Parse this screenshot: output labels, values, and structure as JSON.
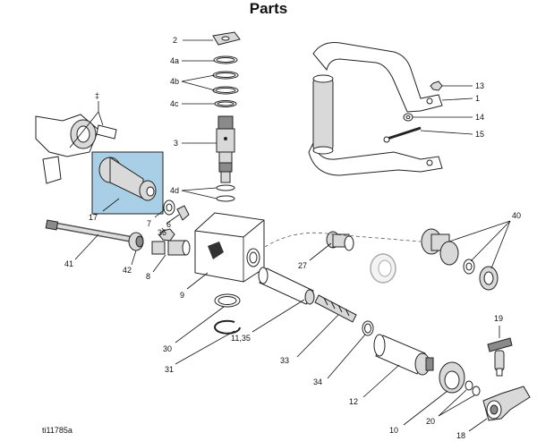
{
  "page": {
    "title": "Parts",
    "figure_id": "ti11785a"
  },
  "highlight_color": "#a9cfe6",
  "callouts": {
    "c2": "2",
    "c4a": "4a",
    "c4b": "4b",
    "c4c": "4c",
    "c3": "3",
    "c4d": "4d",
    "c13": "13",
    "c1": "1",
    "c14": "14",
    "c15": "15",
    "cdag": "‡",
    "c17": "17",
    "c7": "7",
    "c36": "36",
    "c6": "6",
    "c41": "41",
    "c42": "42",
    "c8": "8",
    "c9": "9",
    "c27": "27",
    "c40": "40",
    "c30": "30",
    "c31": "31",
    "c1135": "11,35",
    "c33": "33",
    "c34": "34",
    "c12": "12",
    "c19": "19",
    "c10": "10",
    "c20": "20",
    "c18": "18"
  }
}
